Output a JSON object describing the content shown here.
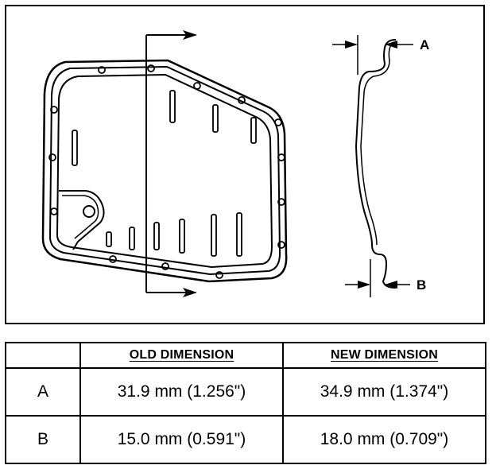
{
  "figure": {
    "callouts": {
      "a": "A",
      "b": "B"
    }
  },
  "table": {
    "headers": [
      "",
      "OLD DIMENSION",
      "NEW DIMENSION"
    ],
    "rows": [
      {
        "label": "A",
        "old": "31.9 mm (1.256\")",
        "new": "34.9 mm (1.374\")"
      },
      {
        "label": "B",
        "old": "15.0 mm (0.591\")",
        "new": "18.0 mm (0.709\")"
      }
    ]
  }
}
